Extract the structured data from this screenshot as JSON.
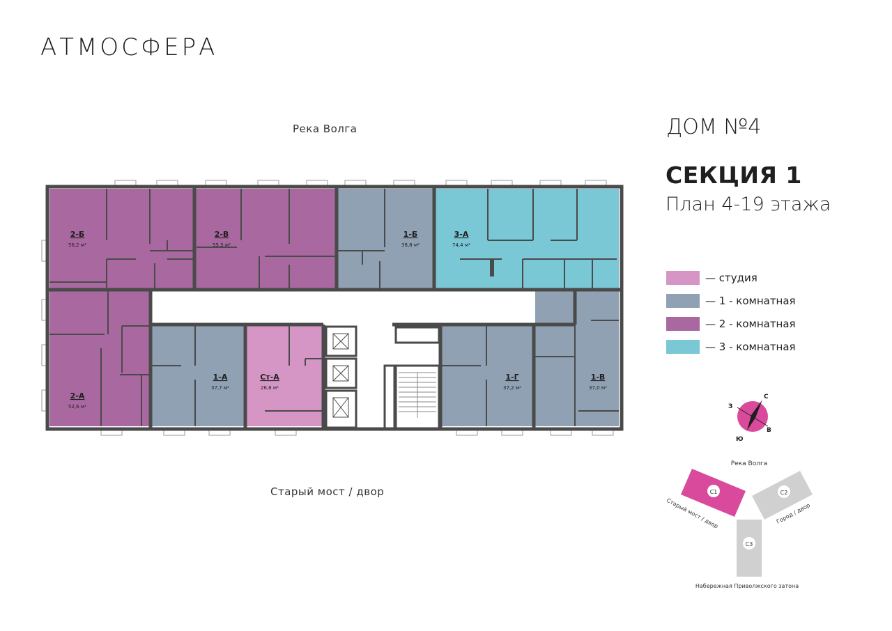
{
  "brand": {
    "logo": "АТМОСФЕРА"
  },
  "header": {
    "house": "ДОМ №4",
    "section": "СЕКЦИЯ 1",
    "plan": "План 4-19 этажа"
  },
  "orientation": {
    "river_top": "Река Волга",
    "bridge_bottom": "Старый мост / двор"
  },
  "legend": {
    "items": [
      {
        "label": "— студия",
        "color": "#d596c6"
      },
      {
        "label": "— 1 - комнатная",
        "color": "#8fa1b2"
      },
      {
        "label": "— 2 - комнатная",
        "color": "#a9689f"
      },
      {
        "label": "— 3 - комнатная",
        "color": "#7ac7d5"
      }
    ]
  },
  "colors": {
    "wall": "#4a4a4a",
    "studio": "#d596c6",
    "one_room": "#8fa1b2",
    "two_room": "#a9689f",
    "three_room": "#7ac7d5",
    "compass_pink": "#d94a9c",
    "site_gray": "#d0d0d0"
  },
  "apartments": [
    {
      "code": "2-Б",
      "area": "56,2 м²",
      "type": "two_room"
    },
    {
      "code": "2-В",
      "area": "55,5 м²",
      "type": "two_room"
    },
    {
      "code": "1-Б",
      "area": "38,8 м²",
      "type": "one_room"
    },
    {
      "code": "3-А",
      "area": "74,4 м²",
      "type": "three_room"
    },
    {
      "code": "2-А",
      "area": "52,6 м²",
      "type": "two_room"
    },
    {
      "code": "1-А",
      "area": "37,7 м²",
      "type": "one_room"
    },
    {
      "code": "Ст-А",
      "area": "26,8 м²",
      "type": "studio"
    },
    {
      "code": "1-Г",
      "area": "37,2 м²",
      "type": "one_room"
    },
    {
      "code": "1-В",
      "area": "37,0 м²",
      "type": "one_room"
    }
  ],
  "compass": {
    "n": "С",
    "s": "Ю",
    "w": "З",
    "e": "В"
  },
  "site_map": {
    "river": "Река Волга",
    "c1": "С1",
    "c2": "С2",
    "c3": "С3",
    "left_label": "Старый мост / двор",
    "right_label": "Город / двор",
    "bottom_label": "Набережная Приволжского затона"
  }
}
